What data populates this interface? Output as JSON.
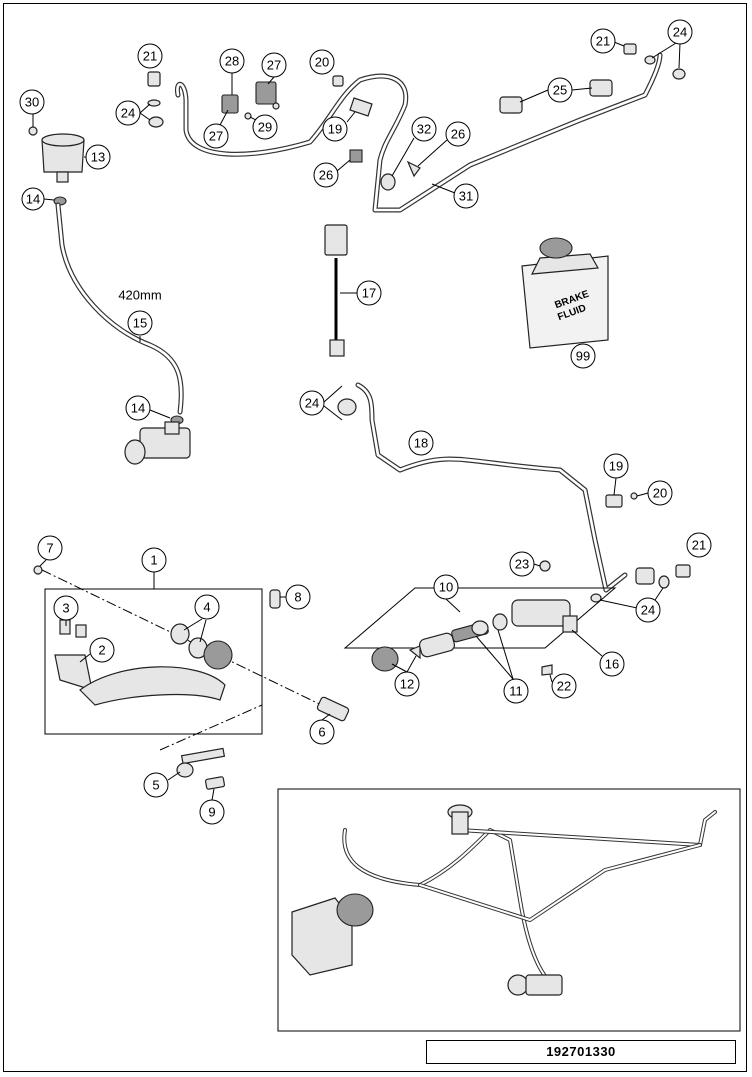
{
  "document_id": "192701330",
  "hose_length_label": "420mm",
  "bottle_label": [
    "BRAKE",
    "FLUID"
  ],
  "callouts": {
    "c30": "30",
    "c13": "13",
    "c14a": "14",
    "c15": "15",
    "c14b": "14",
    "c21a": "21",
    "c24a": "24",
    "c28": "28",
    "c27a": "27",
    "c27b": "27",
    "c29": "29",
    "c20a": "20",
    "c19a": "19",
    "c26a": "26",
    "c32": "32",
    "c26b": "26",
    "c21b": "21",
    "c24b": "24",
    "c25": "25",
    "c31": "31",
    "c17": "17",
    "c99": "99",
    "c24c": "24",
    "c18": "18",
    "c19b": "19",
    "c20b": "20",
    "c21c": "21",
    "c24d": "24",
    "c23": "23",
    "c10": "10",
    "c12": "12",
    "c11": "11",
    "c16": "16",
    "c22": "22",
    "c7": "7",
    "c1": "1",
    "c3": "3",
    "c4": "4",
    "c2": "2",
    "c8": "8",
    "c6": "6",
    "c5": "5",
    "c9": "9"
  }
}
